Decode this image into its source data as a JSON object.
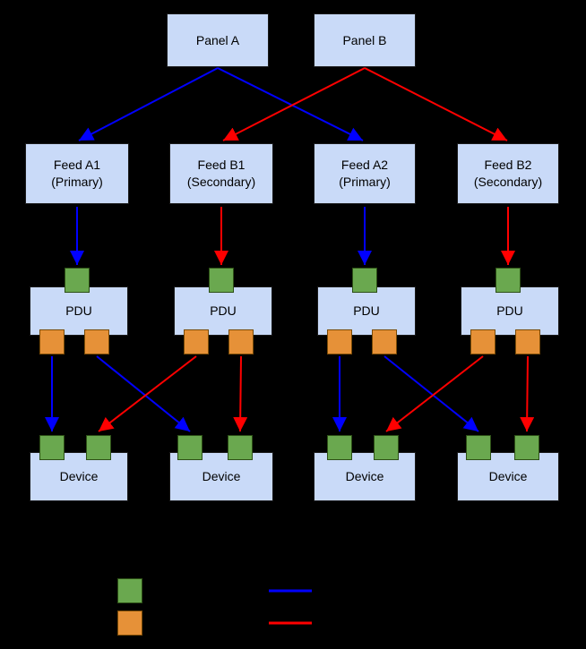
{
  "colors": {
    "background": "#000000",
    "box_fill": "#c9daf8",
    "port_in": "#6aa84f",
    "port_out": "#e69138",
    "primary_path": "#0000ff",
    "secondary_path": "#ff0000"
  },
  "panels": [
    {
      "label": "Panel A"
    },
    {
      "label": "Panel B"
    }
  ],
  "feeds": [
    {
      "name": "Feed A1",
      "role": "(Primary)"
    },
    {
      "name": "Feed B1",
      "role": "(Secondary)"
    },
    {
      "name": "Feed A2",
      "role": "(Primary)"
    },
    {
      "name": "Feed B2",
      "role": "(Secondary)"
    }
  ],
  "pdus": [
    {
      "label": "PDU"
    },
    {
      "label": "PDU"
    },
    {
      "label": "PDU"
    },
    {
      "label": "PDU"
    }
  ],
  "devices": [
    {
      "label": "Device"
    },
    {
      "label": "Device"
    },
    {
      "label": "Device"
    },
    {
      "label": "Device"
    }
  ],
  "legend": {
    "input_port_color": "#6aa84f",
    "output_port_color": "#e69138",
    "primary_line_color": "#0000ff",
    "secondary_line_color": "#ff0000"
  }
}
